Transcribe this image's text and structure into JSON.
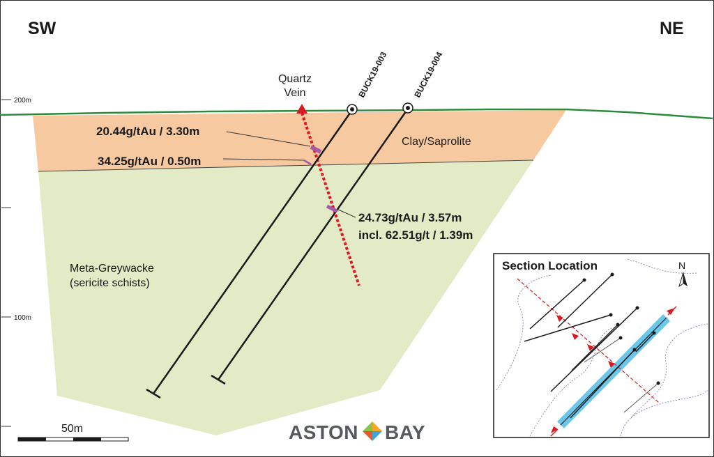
{
  "directions": {
    "left": "SW",
    "right": "NE"
  },
  "elevations": {
    "top": "200m",
    "mid": "100m"
  },
  "features": {
    "quartz_vein_line1": "Quartz",
    "quartz_vein_line2": "Vein"
  },
  "drill_holes": [
    "BUCK19-003",
    "BUCK19-004"
  ],
  "assays": {
    "a1": "20.44g/tAu / 3.30m",
    "a2": "34.25g/tAu / 0.50m",
    "a3_line1": "24.73g/tAu / 3.57m",
    "a3_line2": "incl. 62.51g/t / 1.39m"
  },
  "units": {
    "clay": "Clay/Saprolite",
    "meta_line1": "Meta-Greywacke",
    "meta_line2": "(sericite schists)"
  },
  "scale_bar": {
    "label": "50m"
  },
  "inset": {
    "title": "Section Location",
    "north": "N"
  },
  "logo": {
    "left": "ASTON",
    "right": "BAY"
  },
  "colors": {
    "clay": "#f7c9a0",
    "greywacke": "#e2ebc5",
    "topography": "#2d8a3a",
    "vein": "#e0141c",
    "section_band": "#6bc6ea",
    "assay_marker": "#a55aa8"
  }
}
